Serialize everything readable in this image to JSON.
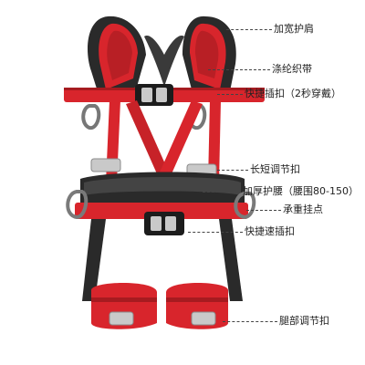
{
  "colors": {
    "strap_red": "#d8252c",
    "strap_dark_red": "#a61b20",
    "padding_black": "#2a2a2a",
    "padding_gray": "#4a4a4a",
    "buckle_silver": "#c9c9c9",
    "leader_line": "#444444"
  },
  "callouts": [
    {
      "id": "shoulder-pad",
      "text": "加宽护肩"
    },
    {
      "id": "webbing",
      "text": "涤纶织带"
    },
    {
      "id": "quick-buckle-chest",
      "text": "快捷插扣（2秒穿戴）"
    },
    {
      "id": "length-adjuster",
      "text": "长短调节扣"
    },
    {
      "id": "waist-pad",
      "text": "加厚护腰（腰围80-150）"
    },
    {
      "id": "load-point",
      "text": "承重挂点"
    },
    {
      "id": "quick-buckle-waist",
      "text": "快捷速插扣"
    },
    {
      "id": "leg-adjuster",
      "text": "腿部调节扣"
    }
  ]
}
